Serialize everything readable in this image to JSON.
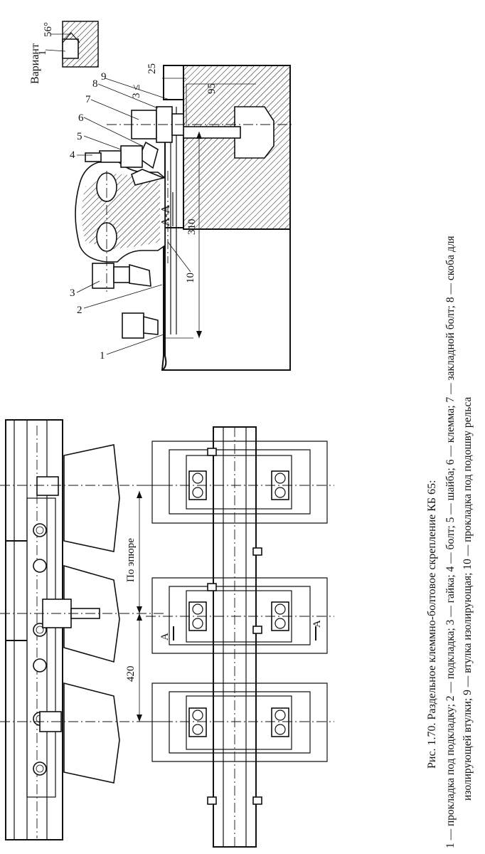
{
  "figure": {
    "section_label": "А-А",
    "variant_label": "Вариант",
    "variant_angle": "56°",
    "variant_part": "1",
    "dims": {
      "d25": "25",
      "d95": "95",
      "d310": "310",
      "d420": "420",
      "by_diagram": "По эпюре",
      "d3le": "3 ≤",
      "section_marker_a": "А"
    },
    "part_numbers": [
      "1",
      "2",
      "3",
      "4",
      "5",
      "6",
      "7",
      "8",
      "9",
      "10"
    ]
  },
  "caption": {
    "title": "Рис. 1.70. Раздельное клеммно-болтовое скрепление КБ 65:",
    "line1": "1 — прокладка под подкладку; 2 — подкладка; 3 — гайка; 4 — болт; 5 — шайба; 6 — клемма; 7 — закладной болт; 8 — скоба для",
    "line2": "изолирующей втулки; 9 — втулка изолирующая; 10 — прокладка под подошву рельса"
  }
}
